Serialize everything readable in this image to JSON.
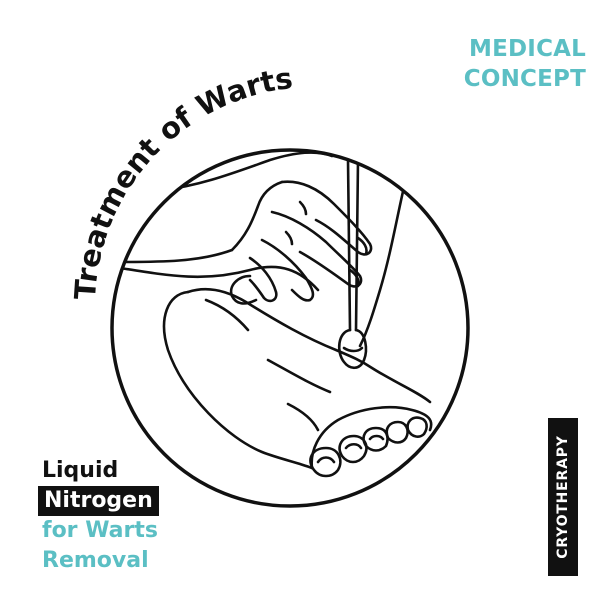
{
  "corner_title": {
    "line1": "MEDICAL",
    "line2": "CONCEPT"
  },
  "arc_title": "Treatment of Warts",
  "caption": {
    "line1": "Liquid",
    "line2": "Nitrogen",
    "line3": "for Warts",
    "line4": "Removal"
  },
  "side_tag": "CRYOTHERAPY",
  "colors": {
    "teal": "#5bbfc4",
    "ink": "#111111",
    "background": "#ffffff"
  },
  "illustration": {
    "subject": "hand holding cotton swab applicator on sole of foot",
    "icons": [
      "hand-illustration",
      "foot-illustration",
      "cotton-swab-icon"
    ]
  }
}
